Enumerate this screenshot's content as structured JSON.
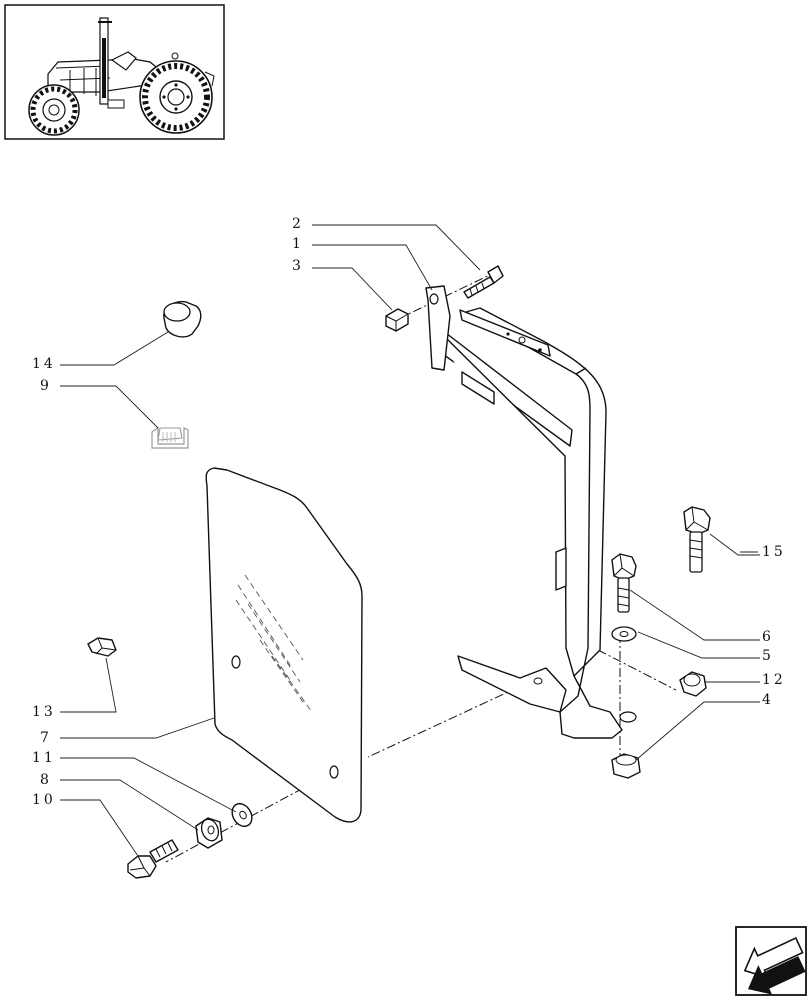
{
  "callouts": {
    "c1": "1",
    "c2": "2",
    "c3": "3",
    "c4": "4",
    "c5": "5",
    "c6": "6",
    "c7": "7",
    "c8": "8",
    "c9": "9",
    "c10": "10",
    "c11": "11",
    "c12": "12",
    "c13": "13",
    "c14": "14",
    "c15": "15"
  },
  "thumbnail": {
    "icon": "tractor-thumbnail-icon"
  },
  "navigation": {
    "icon": "next-page-arrow-icon"
  }
}
